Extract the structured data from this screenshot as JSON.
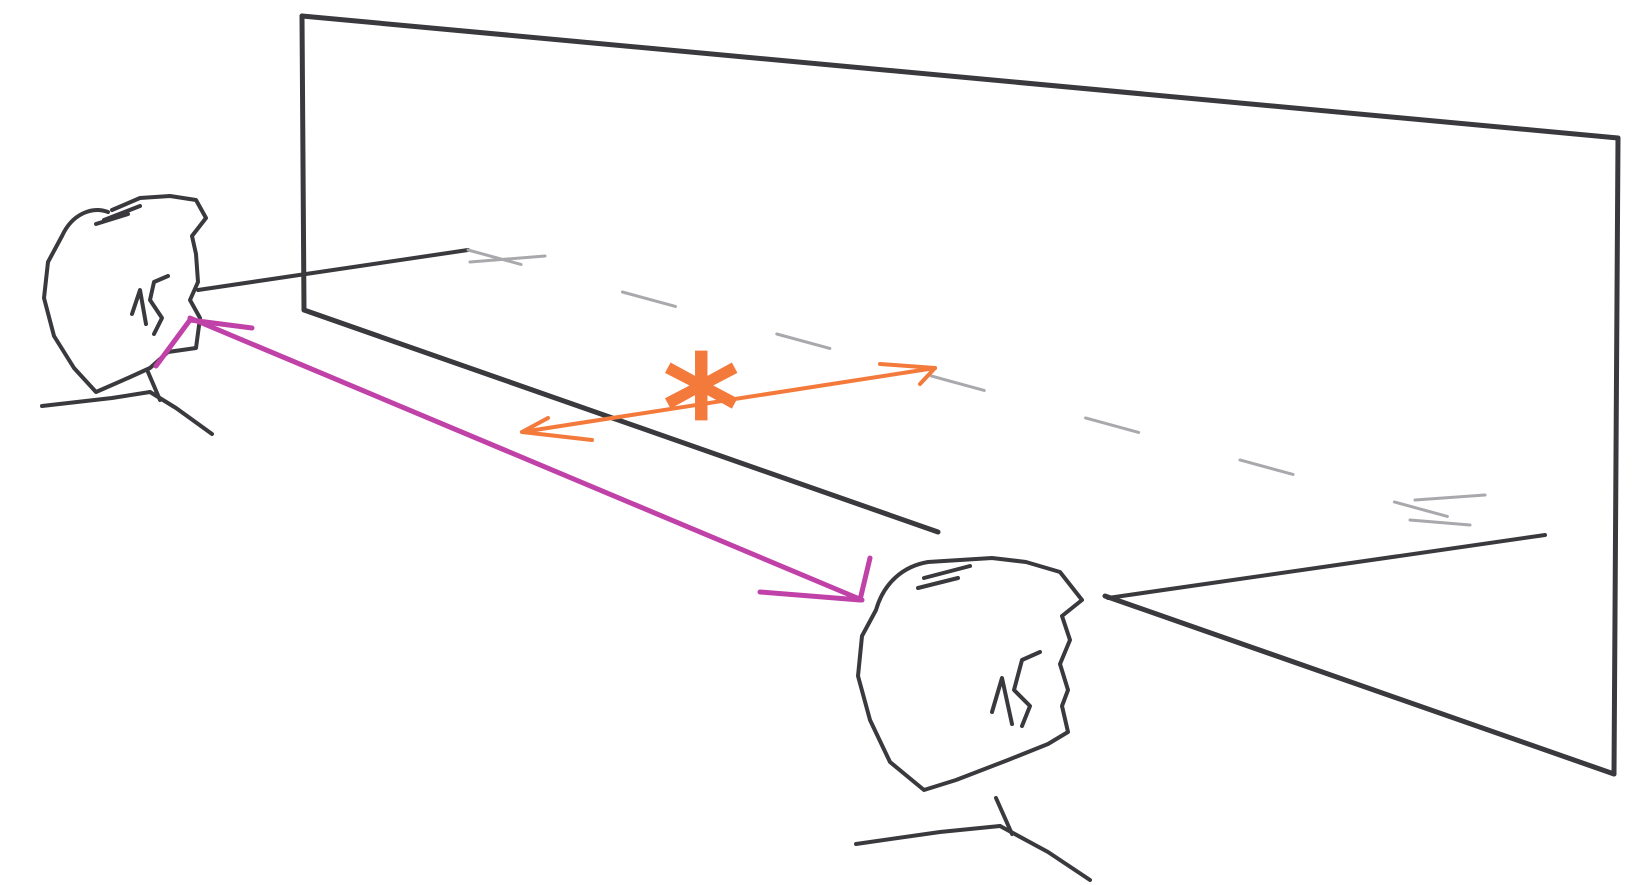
{
  "figure": {
    "annotation": "*",
    "colors": {
      "ink": "#3a3a3e",
      "faint_ink": "#a9a9ad",
      "direct_path": "#c042a8",
      "reflected_offset": "#f47a3c",
      "background": "#ffffff"
    },
    "elements": {
      "panel": "mirror-panel",
      "viewers": [
        "viewer-left-head",
        "viewer-right-head"
      ],
      "arrows": [
        "direct-sightline-arrow",
        "offset-double-arrow"
      ]
    }
  }
}
